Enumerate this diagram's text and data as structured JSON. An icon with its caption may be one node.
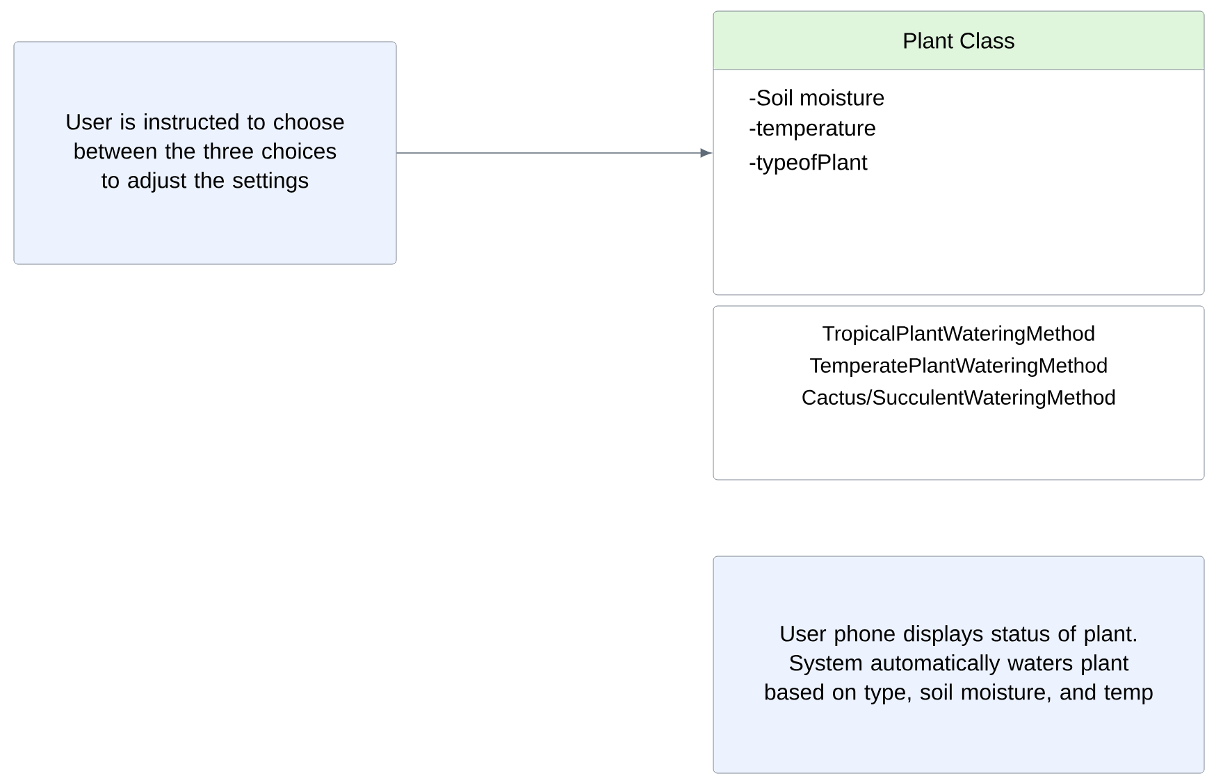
{
  "diagram": {
    "nodes": [
      {
        "text": [
          "User is instructed to choose between the three choices to adjust the settings"
        ]
      },
      {
        "text": [
          "Plant Class",
          "-Soil moisture",
          "-temperature",
          "-typeofPlant"
        ]
      },
      {
        "text": [
          "TropicalPlantWateringMethod",
          "TemperatePlantWateringMethod",
          "Cactus/SucculentWateringMethod"
        ]
      },
      {
        "text": [
          "User phone displays status of plant. System automatically waters plant based on type, soil moisture, and temp"
        ]
      }
    ],
    "edges": [
      {
        "from": 0,
        "to": 1,
        "arrow": "to"
      }
    ]
  }
}
